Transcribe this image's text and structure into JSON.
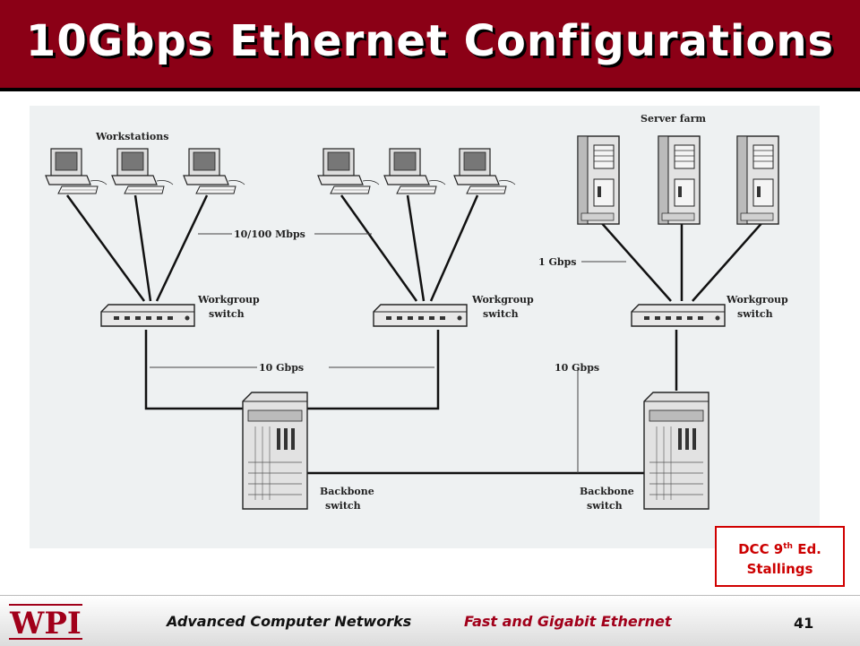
{
  "slide": {
    "title": "10Gbps Ethernet Configurations",
    "page_number": "41"
  },
  "diagram": {
    "labels": {
      "workstations": "Workstations",
      "server_farm": "Server farm",
      "speed_100": "10/100 Mbps",
      "speed_1g": "1 Gbps",
      "speed_10g_left": "10 Gbps",
      "speed_10g_right": "10 Gbps",
      "workgroup_switch_word1": "Workgroup",
      "workgroup_switch_word2": "switch",
      "backbone_switch_word1": "Backbone",
      "backbone_switch_word2": "switch"
    }
  },
  "credit": {
    "line1_prefix": "DCC 9",
    "line1_sup": "th",
    "line1_suffix": " Ed.",
    "line2": "Stallings"
  },
  "footer": {
    "logo_text": "WPI",
    "course": "Advanced Computer Networks",
    "topic": "Fast and Gigabit Ethernet"
  },
  "colors": {
    "header_bg": "#8b0016",
    "credit_red": "#cc0000",
    "wpi_red": "#a1001a"
  }
}
